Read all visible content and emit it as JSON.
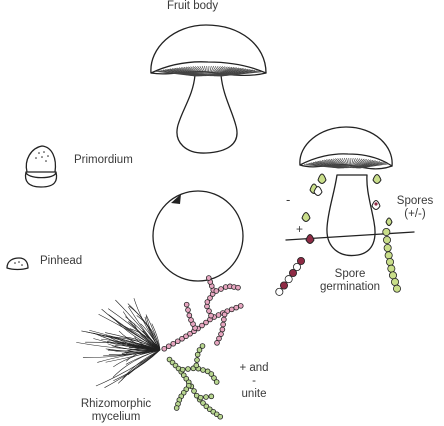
{
  "labels": {
    "fruit_body": "Fruit body",
    "primordium": "Primordium",
    "pinhead": "Pinhead",
    "spores_line1": "Spores",
    "spores_line2": "(+/-)",
    "minus": "-",
    "plus": "+",
    "germination_line1": "Spore",
    "germination_line2": "germination",
    "unite_line1": "+ and",
    "unite_line2": "-",
    "unite_line3": "unite",
    "rhizo_line1": "Rhizomorphic",
    "rhizo_line2": "mycelium"
  },
  "colors": {
    "ink": "#222222",
    "spore_green": "#c9de8a",
    "spore_maroon": "#8e2b45",
    "hypha_pink": "#e7a6c0",
    "hypha_green": "#b8d690"
  }
}
